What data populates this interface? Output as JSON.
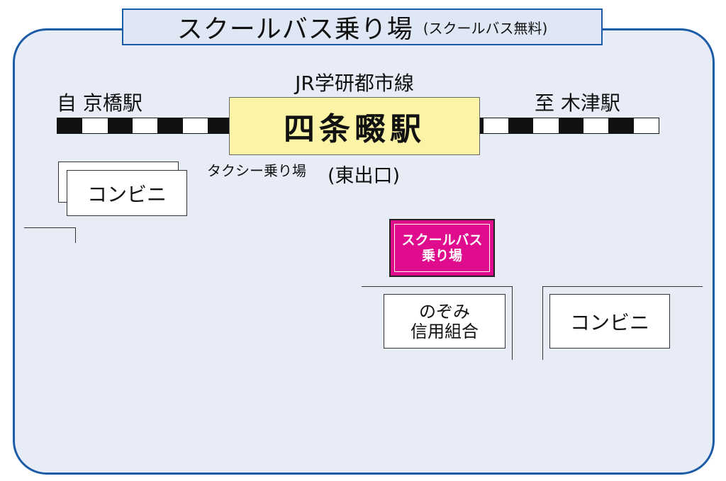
{
  "title": {
    "main": "スクールバス乗り場",
    "sub": "(スクールバス無料)"
  },
  "railway": {
    "line_name": "JR学研都市線",
    "station": "四条畷駅",
    "from": "自 京橋駅",
    "to": "至 木津駅"
  },
  "labels": {
    "taxi_stand": "タクシー乗り場",
    "exit": "(東出口)"
  },
  "landmarks": {
    "konbini_left": "コンビニ",
    "konbini_right": "コンビニ",
    "bank_line1": "のぞみ",
    "bank_line2": "信用組合"
  },
  "bus_stop": {
    "line1": "スクールバス",
    "line2": "乗り場"
  },
  "colors": {
    "frame": "#1c5ba8",
    "map_bg": "#e8ecf7",
    "station_bg": "#fbf4a6",
    "bus_stop_bg": "#e00c8e"
  }
}
